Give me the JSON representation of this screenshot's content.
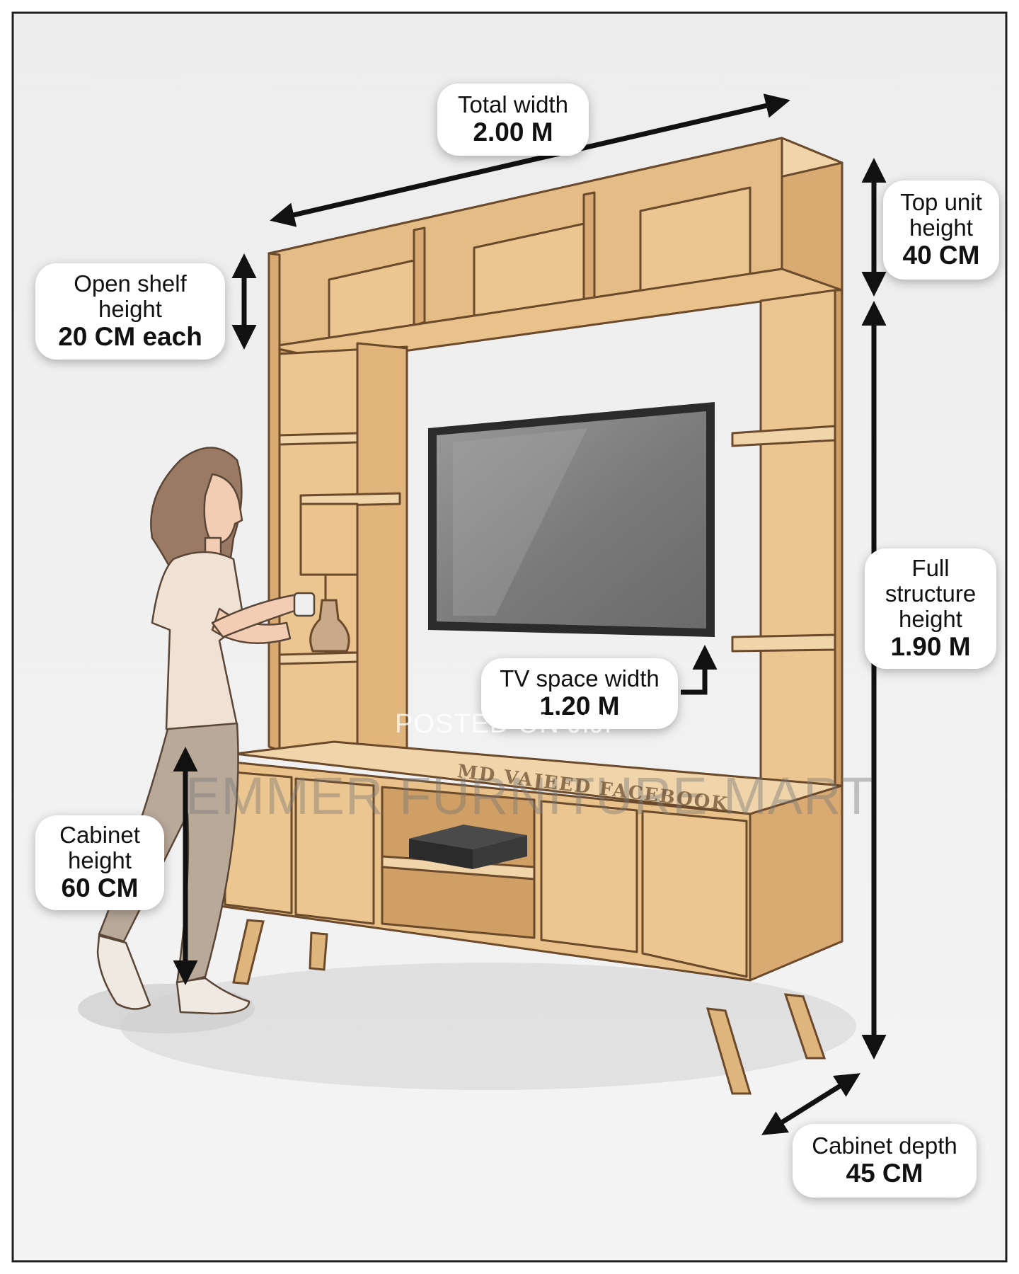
{
  "callouts": {
    "total_width": {
      "label": "Total width",
      "value": "2.00 M"
    },
    "top_unit_height": {
      "label_line1": "Top unit",
      "label_line2": "height",
      "value": "40 CM"
    },
    "open_shelf_height": {
      "label_line1": "Open shelf",
      "label_line2": "height",
      "value": "20 CM each"
    },
    "full_structure_height": {
      "label_line1": "Full",
      "label_line2": "structure",
      "label_line3": "height",
      "value": "1.90 M"
    },
    "tv_space_width": {
      "label": "TV space width",
      "value": "1.20 M"
    },
    "cabinet_height": {
      "label_line1": "Cabinet",
      "label_line2": "height",
      "value": "60 CM"
    },
    "cabinet_depth": {
      "label": "Cabinet depth",
      "value": "45 CM"
    }
  },
  "watermarks": {
    "posted": "POSTED ON JIJI",
    "brand": "EMMER FURNITURE MART",
    "engraving": "MD VAJEED FACEBOOK"
  },
  "colors": {
    "wood_light": "#eccd9f",
    "wood_mid": "#dfb57e",
    "wood_dark": "#c9985e",
    "outline": "#6b4a2b",
    "tv_screen": "#7d7d7d",
    "tv_frame": "#2b2b2b",
    "arrow": "#111111",
    "frame_border": "#222222",
    "background": "#f2f2f2"
  }
}
